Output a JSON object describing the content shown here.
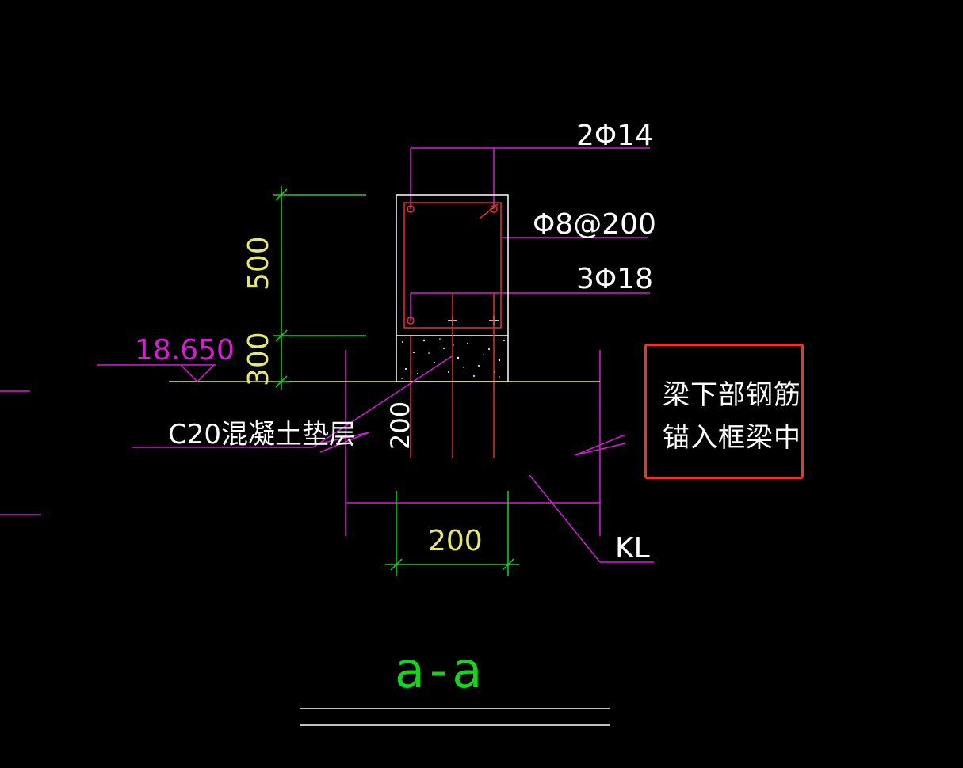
{
  "colors": {
    "background": "#000000",
    "magenta": "#d41fd4",
    "white": "#ffffff",
    "green": "#19d21f",
    "yellow": "#e6e672",
    "red": "#e8312a",
    "box": "#e8362c"
  },
  "labels": {
    "top_rebar": "2Φ14",
    "stirrup": "Φ8@200",
    "bottom_rebar": "3Φ18",
    "elevation": "18.650",
    "dim_500": "500",
    "dim_300": "300",
    "dim_200_vertical": "200",
    "dim_200_horizontal": "200",
    "pad_layer": "C20混凝土垫层",
    "beam": "KL",
    "section_title": "a-a"
  },
  "note": {
    "line1": "梁下部钢筋",
    "line2": "锚入框梁中"
  }
}
